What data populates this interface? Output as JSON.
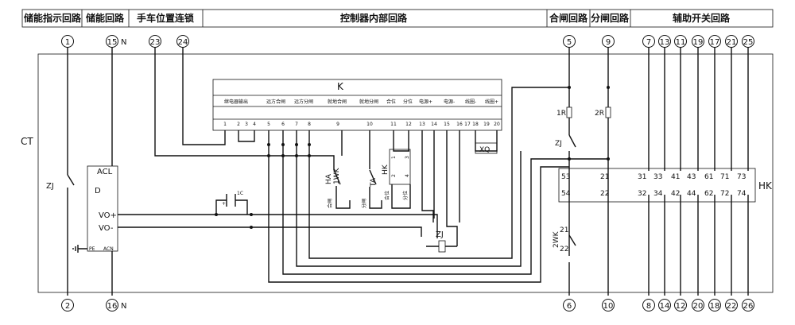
{
  "header": {
    "sections": [
      "储能指示回路",
      "储能回路",
      "手车位置连锁",
      "控制器内部回路",
      "合闸回路",
      "分闸回路",
      "辅助开关回路"
    ]
  },
  "terminals_top": [
    "1",
    "15",
    "23",
    "24",
    "5",
    "9",
    "7",
    "13",
    "11",
    "19",
    "17",
    "21",
    "25"
  ],
  "terminals_bottom": [
    "2",
    "16",
    "6",
    "10",
    "8",
    "14",
    "12",
    "20",
    "18",
    "22",
    "26"
  ],
  "marks": {
    "n": "N",
    "ct": "CT",
    "hk": "HK"
  },
  "controller": {
    "title": "K",
    "groups": [
      "继电器输出",
      "远方合闸",
      "远方分闸",
      "就地合闸",
      "就地分闸",
      "合位",
      "分位",
      "电源+",
      "电源-",
      "线圈-",
      "线圈+"
    ],
    "pins": [
      "1",
      "2",
      "3",
      "4",
      "5",
      "6",
      "7",
      "8",
      "9",
      "10",
      "11",
      "12",
      "13",
      "14",
      "15",
      "16",
      "17",
      "18",
      "19",
      "20"
    ],
    "xq": "XQ"
  },
  "storage": {
    "acl": "ACL",
    "d": "D",
    "vo_plus": "VO+",
    "vo_minus": "VO-",
    "pe": "PE",
    "acn": "ACN"
  },
  "contacts": {
    "zj_left": "ZJ",
    "c1": "1C",
    "zj_mid": "ZJ",
    "r1": "1R",
    "r2": "2R",
    "zj_right": "ZJ",
    "ha": "HA",
    "wk1": "1WK",
    "ta": "TA",
    "hk_inner": "HK",
    "wk2": "2WK",
    "he_zha": "合闸",
    "fen_zha": "分闸",
    "he_wei": "合位",
    "fen_wei": "分位",
    "pin_2": "2",
    "pin_3": "3",
    "pin_1": "1",
    "pin_4": "4",
    "pin_21": "21",
    "pin_22": "22"
  },
  "aux_switch": {
    "top": [
      "53",
      "21",
      "31",
      "33",
      "41",
      "43",
      "61",
      "71",
      "73"
    ],
    "bottom": [
      "54",
      "22",
      "32",
      "34",
      "42",
      "44",
      "62",
      "72",
      "74"
    ]
  }
}
